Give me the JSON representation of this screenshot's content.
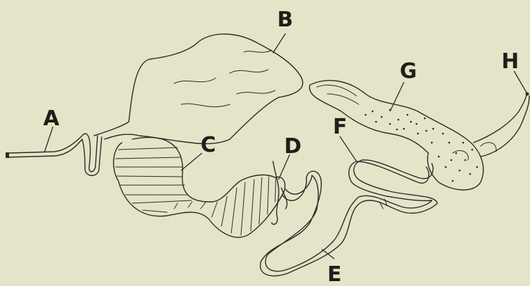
{
  "figure": {
    "background": "#e4e4c8",
    "ink": "#2a2a26",
    "labels": {
      "a": "A",
      "b": "B",
      "c": "C",
      "d": "D",
      "e": "E",
      "f": "F",
      "g": "G",
      "h": "H"
    }
  }
}
